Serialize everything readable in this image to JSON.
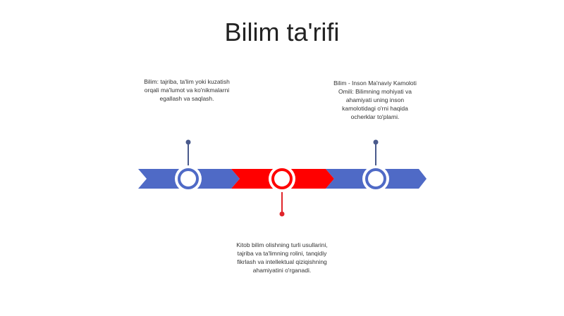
{
  "slide": {
    "title": "Bilim ta'rifi"
  },
  "timeline": {
    "colors": {
      "blue": "#4F6AC6",
      "red": "#FF0000",
      "stem_blue": "#4A5A8C",
      "stem_red": "#E0252B"
    },
    "items": [
      {
        "text": "Bilim: tajriba, ta'lim yoki kuzatish\norqali ma'lumot va ko'nikmalarni\negallash va saqlash.",
        "color": "blue",
        "position": "top"
      },
      {
        "text": "Kitob bilim olishning turli usullarini,\ntajriba va ta'limning rolini, tanqidiy\nfikrlash va intellektual qiziqishning\nahamiyatini o'rganadi.",
        "color": "red",
        "position": "bottom"
      },
      {
        "text": "Bilim - Inson Ma'naviy Kamoloti\nOmili: Bilimning mohiyati va\nahamiyati  uning inson\nkamolotidagi o'rni haqida\nocherklar to'plami.",
        "color": "blue",
        "position": "top"
      }
    ]
  }
}
